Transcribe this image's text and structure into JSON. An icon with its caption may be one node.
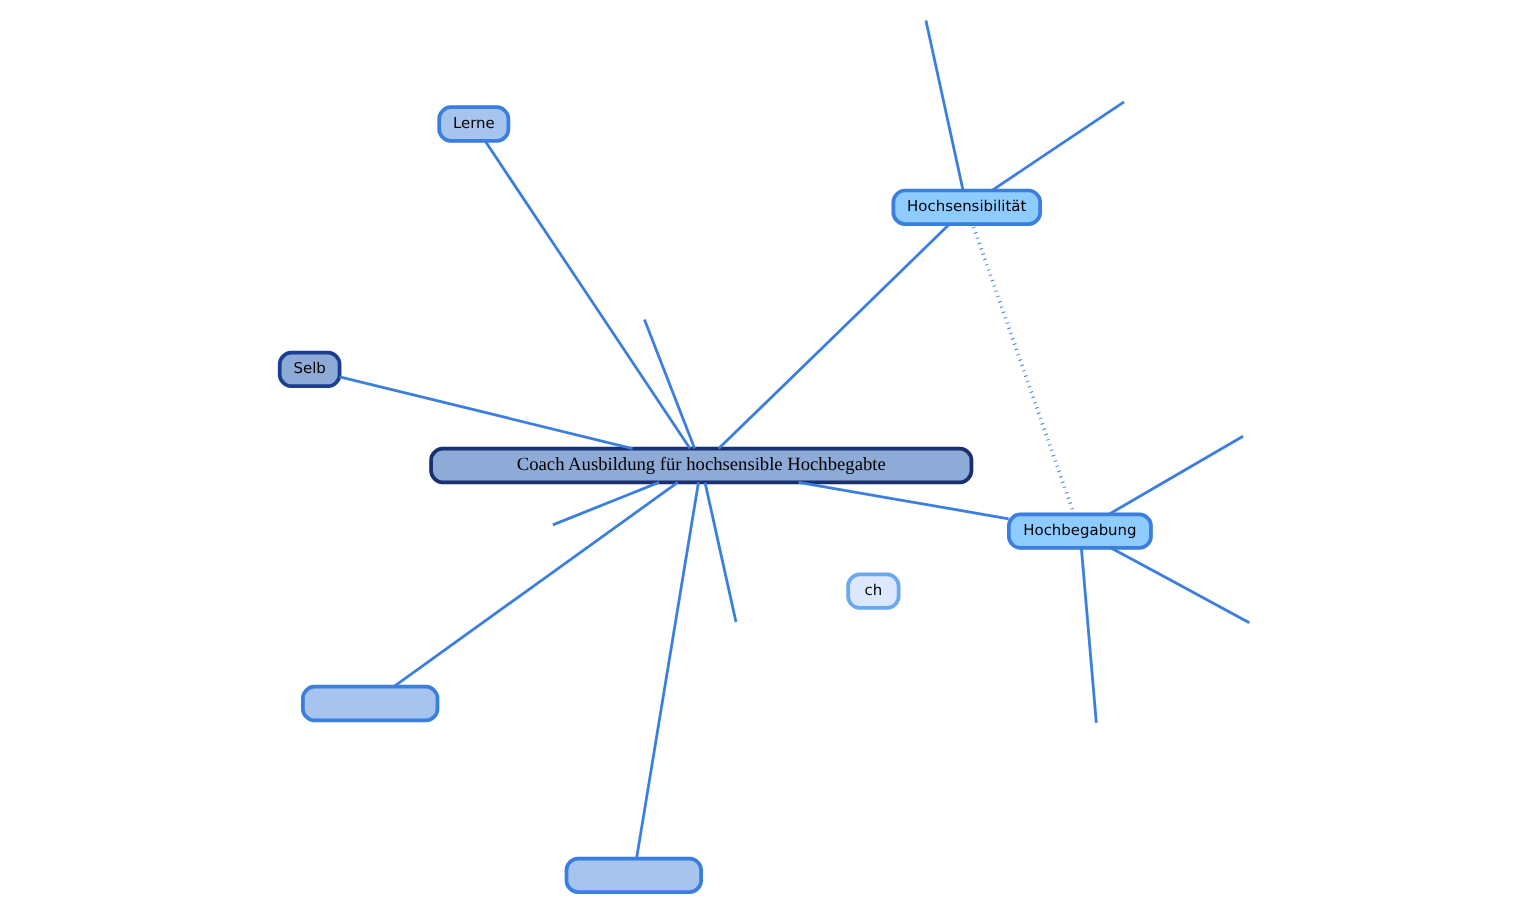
{
  "diagram": {
    "nodes": [
      {
        "text": [
          "Coach Ausbildung für hochsensible Hochbegabte"
        ]
      },
      {
        "text": [
          "Hochbegabung"
        ]
      },
      {
        "text": [
          "Hochsensibilität"
        ]
      },
      {
        "text": [
          "Selb"
        ]
      },
      {
        "text": [
          "Lerne"
        ]
      },
      {
        "text": [
          "ch"
        ]
      },
      {
        "text": [],
        "shape": "box"
      },
      {
        "text": [],
        "shape": "box"
      }
    ],
    "edges": [
      {
        "from": 0,
        "to": 1,
        "arrow": "none"
      },
      {
        "from": 0,
        "to": 2,
        "arrow": "none"
      },
      {
        "from": 1,
        "to": 2,
        "arrow": "none",
        "style": "dashed"
      },
      {
        "from": 0,
        "to": 3,
        "arrow": "none"
      },
      {
        "from": 0,
        "to": null,
        "arrow": "none"
      },
      {
        "from": 0,
        "to": 4,
        "arrow": "none"
      },
      {
        "from": 0,
        "to": 7,
        "arrow": "none"
      },
      {
        "from": 0,
        "to": null,
        "arrow": "none"
      },
      {
        "from": 0,
        "to": 6,
        "arrow": "none"
      },
      {
        "from": 0,
        "to": null,
        "arrow": "none"
      },
      {
        "from": 1,
        "to": null,
        "arrow": "none"
      },
      {
        "from": 1,
        "to": null,
        "arrow": "none"
      },
      {
        "from": 1,
        "to": null,
        "arrow": "none"
      },
      {
        "from": 2,
        "to": null,
        "arrow": "none"
      },
      {
        "from": 2,
        "to": null,
        "arrow": "none"
      }
    ]
  }
}
